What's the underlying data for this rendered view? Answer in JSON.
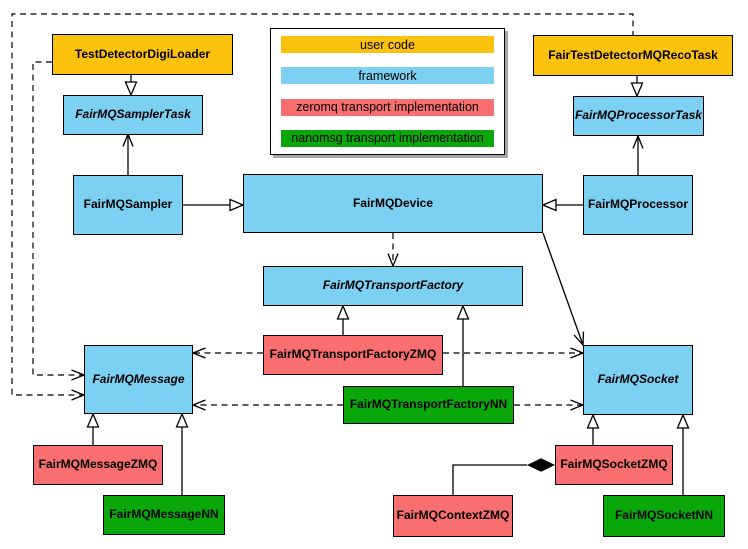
{
  "diagram": {
    "legend": {
      "items": [
        {
          "label": "user code",
          "color": "#FBC20D"
        },
        {
          "label": "framework",
          "color": "#7CD0F2"
        },
        {
          "label": "zeromq transport implementation",
          "color": "#F96E6E"
        },
        {
          "label": "nanomsg transport implementation",
          "color": "#09A709"
        }
      ]
    },
    "nodes": {
      "testDetectorDigiLoader": {
        "label": "TestDetectorDigiLoader",
        "type": "user"
      },
      "fairTestDetectorMQRecoTask": {
        "label": "FairTestDetectorMQRecoTask",
        "type": "user"
      },
      "fairMQSamplerTask": {
        "label": "FairMQSamplerTask",
        "type": "framework",
        "abstract": true
      },
      "fairMQProcessorTask": {
        "label": "FairMQProcessorTask",
        "type": "framework",
        "abstract": true
      },
      "fairMQSampler": {
        "label": "FairMQSampler",
        "type": "framework"
      },
      "fairMQDevice": {
        "label": "FairMQDevice",
        "type": "framework"
      },
      "fairMQProcessor": {
        "label": "FairMQProcessor",
        "type": "framework"
      },
      "fairMQTransportFactory": {
        "label": "FairMQTransportFactory",
        "type": "framework",
        "abstract": true
      },
      "fairMQTransportFactoryZMQ": {
        "label": "FairMQTransportFactoryZMQ",
        "type": "zeromq"
      },
      "fairMQTransportFactoryNN": {
        "label": "FairMQTransportFactoryNN",
        "type": "nanomsg"
      },
      "fairMQMessage": {
        "label": "FairMQMessage",
        "type": "framework",
        "abstract": true
      },
      "fairMQSocket": {
        "label": "FairMQSocket",
        "type": "framework",
        "abstract": true
      },
      "fairMQMessageZMQ": {
        "label": "FairMQMessageZMQ",
        "type": "zeromq"
      },
      "fairMQMessageNN": {
        "label": "FairMQMessageNN",
        "type": "nanomsg"
      },
      "fairMQSocketZMQ": {
        "label": "FairMQSocketZMQ",
        "type": "zeromq"
      },
      "fairMQContextZMQ": {
        "label": "FairMQContextZMQ",
        "type": "zeromq"
      },
      "fairMQSocketNN": {
        "label": "FairMQSocketNN",
        "type": "nanomsg"
      }
    },
    "edges": [
      {
        "from": "TestDetectorDigiLoader",
        "to": "FairMQSamplerTask",
        "type": "inheritance"
      },
      {
        "from": "FairTestDetectorMQRecoTask",
        "to": "FairMQProcessorTask",
        "type": "inheritance"
      },
      {
        "from": "FairMQSampler",
        "to": "FairMQDevice",
        "type": "inheritance"
      },
      {
        "from": "FairMQProcessor",
        "to": "FairMQDevice",
        "type": "inheritance"
      },
      {
        "from": "FairMQSampler",
        "to": "FairMQSamplerTask",
        "type": "association"
      },
      {
        "from": "FairMQProcessor",
        "to": "FairMQProcessorTask",
        "type": "association"
      },
      {
        "from": "FairMQDevice",
        "to": "FairMQSocket",
        "type": "association"
      },
      {
        "from": "FairMQDevice",
        "to": "FairMQTransportFactory",
        "type": "dependency"
      },
      {
        "from": "FairMQTransportFactoryZMQ",
        "to": "FairMQTransportFactory",
        "type": "inheritance"
      },
      {
        "from": "FairMQTransportFactoryNN",
        "to": "FairMQTransportFactory",
        "type": "inheritance"
      },
      {
        "from": "FairMQTransportFactoryZMQ",
        "to": "FairMQMessage",
        "type": "dependency"
      },
      {
        "from": "FairMQTransportFactoryZMQ",
        "to": "FairMQSocket",
        "type": "dependency"
      },
      {
        "from": "FairMQTransportFactoryNN",
        "to": "FairMQMessage",
        "type": "dependency"
      },
      {
        "from": "FairMQTransportFactoryNN",
        "to": "FairMQSocket",
        "type": "dependency"
      },
      {
        "from": "TestDetectorDigiLoader",
        "to": "FairMQMessage",
        "type": "dependency"
      },
      {
        "from": "FairTestDetectorMQRecoTask",
        "to": "FairMQMessage",
        "type": "dependency"
      },
      {
        "from": "FairMQMessageZMQ",
        "to": "FairMQMessage",
        "type": "inheritance"
      },
      {
        "from": "FairMQMessageNN",
        "to": "FairMQMessage",
        "type": "inheritance"
      },
      {
        "from": "FairMQSocketZMQ",
        "to": "FairMQSocket",
        "type": "inheritance"
      },
      {
        "from": "FairMQSocketNN",
        "to": "FairMQSocket",
        "type": "inheritance"
      },
      {
        "from": "FairMQSocketZMQ",
        "to": "FairMQContextZMQ",
        "type": "composition"
      }
    ]
  }
}
